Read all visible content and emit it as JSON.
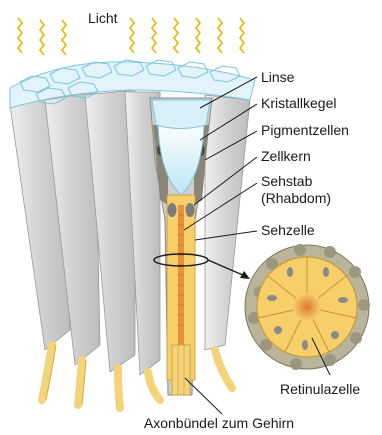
{
  "figure": {
    "light_label": "Licht",
    "labels": {
      "lens": "Linse",
      "crystal_cone": "Kristallkegel",
      "pigment_cells": "Pigmentzellen",
      "nucleus": "Zellkern",
      "rhabdom_line1": "Sehstab",
      "rhabdom_line2": "(Rhabdom)",
      "photoreceptor": "Sehzelle",
      "retinula_cell": "Retinulazelle",
      "axon_bundle": "Axonbündel zum Gehirn"
    },
    "colors": {
      "light_rays": "#e8b800",
      "lens": "#d9f0f8",
      "hex_edge": "#7cc6e0",
      "ommatidium_wall": "#dcdcdc",
      "pigment": "#8a8577",
      "receptor": "#f6cf6a",
      "rhabdom": "#e8903a",
      "axon": "#f3d47a"
    }
  }
}
